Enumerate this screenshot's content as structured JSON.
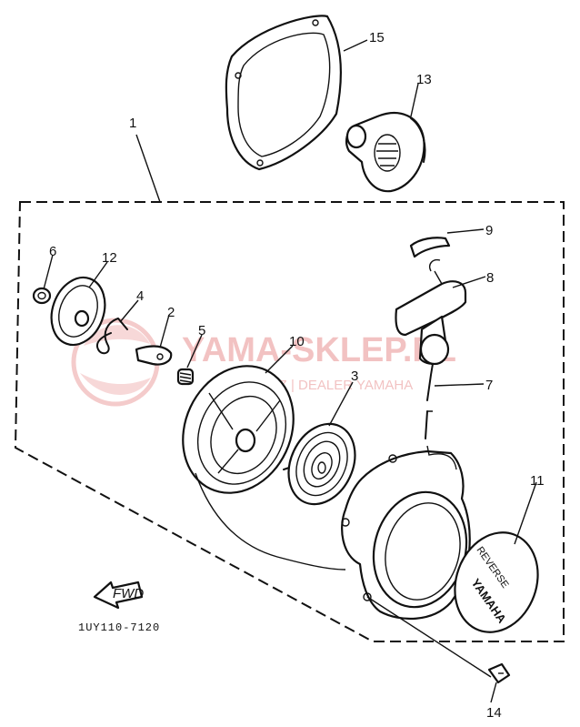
{
  "part_labels": {
    "n1": "1",
    "n2": "2",
    "n3": "3",
    "n4": "4",
    "n5": "5",
    "n6": "6",
    "n7": "7",
    "n8": "8",
    "n9": "9",
    "n10": "10",
    "n11": "11",
    "n12": "12",
    "n13": "13",
    "n14": "14",
    "n15": "15"
  },
  "drawing_code": "1UY110-7120",
  "fwd_label": "FWD",
  "emblem_text_top": "REVERSE",
  "emblem_text_bottom": "YAMAHA",
  "watermark": {
    "title": "YAMA-SKLEP.PL",
    "subtitle": "NIEJEWICZ | DEALER YAMAHA",
    "color": "#f0b8b8"
  }
}
